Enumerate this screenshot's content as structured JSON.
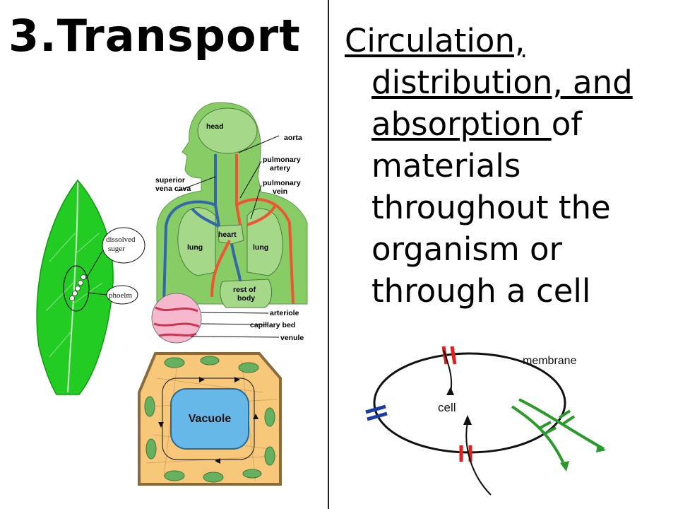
{
  "title": "3.Transport",
  "definition": {
    "line1": "Circulation,",
    "line2": "distribution, and",
    "line3_underlined": "absorption ",
    "line3_rest": "of",
    "line4": "materials",
    "line5": "throughout the",
    "line6": "organism or",
    "line7": "through a cell"
  },
  "leaf_diagram": {
    "labels": [
      "dissolved",
      "suger",
      "phoelm"
    ]
  },
  "circulation_diagram": {
    "labels": {
      "head": "head",
      "aorta": "aorta",
      "pulmonary_artery_1": "pulmonary",
      "pulmonary_artery_2": "artery",
      "superior_1": "superior",
      "superior_2": "vena cava",
      "pulmonary_vein_1": "pulmonary",
      "pulmonary_vein_2": "vein",
      "heart": "heart",
      "lung_left": "lung",
      "lung_right": "lung",
      "rest_1": "rest of",
      "rest_2": "body",
      "arteriole": "arteriole",
      "capillary": "capillary bed",
      "venule": "venule"
    }
  },
  "plant_cell_diagram": {
    "vacuole_label": "Vacuole"
  },
  "membrane_diagram": {
    "membrane_label": "membrane",
    "cell_label": "cell"
  },
  "colors": {
    "leaf_green": "#22cc22",
    "body_green": "#88cc66",
    "artery_red": "#ee5533",
    "vein_blue": "#3366aa",
    "vacuole_blue": "#66b8e8",
    "cytoplasm": "#f7c77a",
    "chloroplast": "#66b060",
    "channel_red": "#e02020",
    "channel_blue": "#1a3aa8",
    "channel_green": "#2a9a2a"
  }
}
